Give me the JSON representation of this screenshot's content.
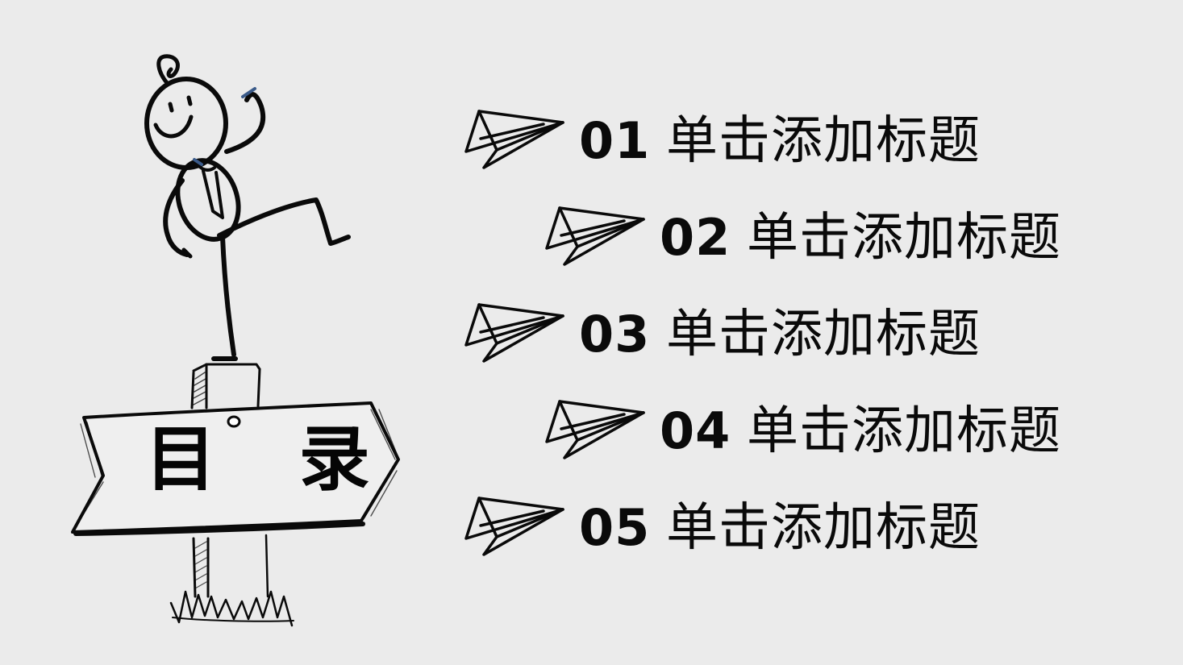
{
  "sign": {
    "label": "目 录"
  },
  "toc": {
    "items": [
      {
        "number": "01",
        "title": "单击添加标题"
      },
      {
        "number": "02",
        "title": "单击添加标题"
      },
      {
        "number": "03",
        "title": "单击添加标题"
      },
      {
        "number": "04",
        "title": "单击添加标题"
      },
      {
        "number": "05",
        "title": "单击添加标题"
      }
    ]
  },
  "colors": {
    "background": "#ebebeb",
    "ink": "#0a0a0a",
    "accent": "#3b5b8a"
  },
  "icons": {
    "toc_marker": "paper-plane-icon",
    "illustration": "stick-figure-on-signpost"
  }
}
